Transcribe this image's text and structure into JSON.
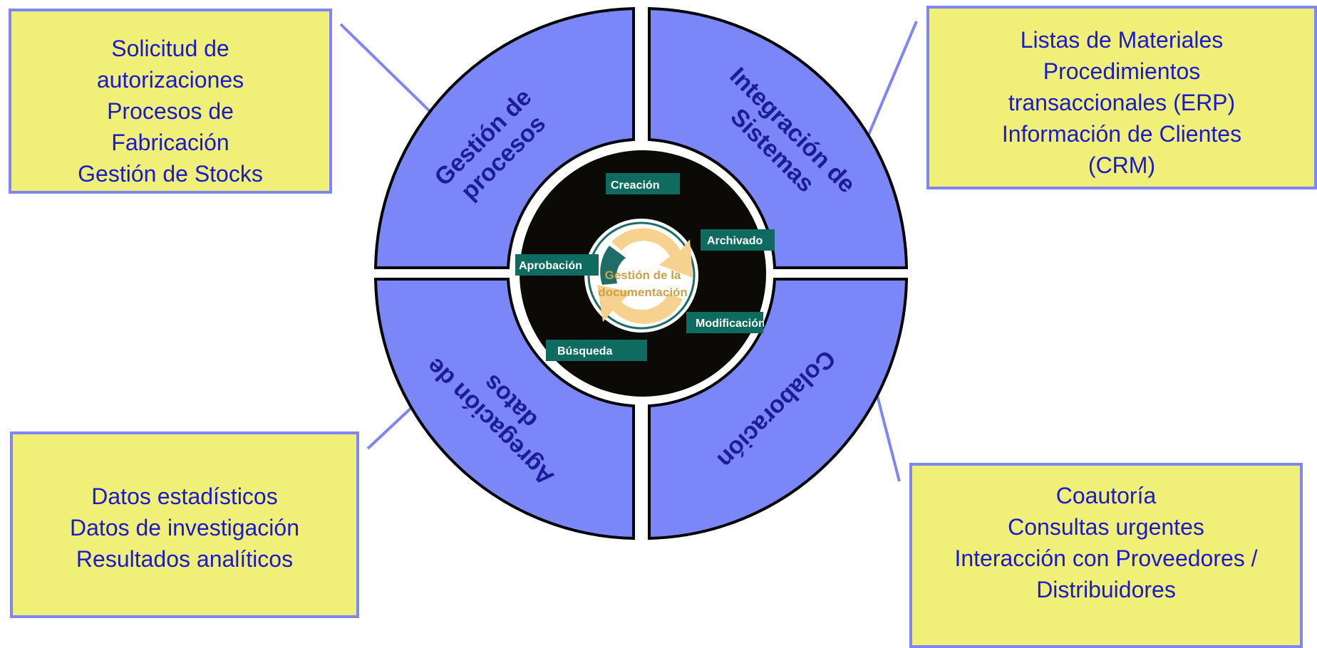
{
  "callouts": {
    "top_left": [
      "Solicitud de",
      "autorizaciones",
      "Procesos de",
      "Fabricación",
      "Gestión de Stocks"
    ],
    "top_right": [
      "Listas de Materiales",
      "Procedimientos",
      "transaccionales (ERP)",
      "Información de Clientes",
      "(CRM)"
    ],
    "bottom_left": [
      "Datos estadísticos",
      "Datos de investigación",
      "Resultados analíticos"
    ],
    "bottom_right": [
      "Coautoría",
      "Consultas urgentes",
      "Interacción con Proveedores /",
      "Distribuidores"
    ]
  },
  "quadrants": {
    "top_left": [
      "Gestión de",
      "procesos"
    ],
    "top_right": [
      "Integración de",
      "Sistemas"
    ],
    "bottom_left": [
      "Agregación de",
      "datos"
    ],
    "bottom_right": [
      "Colaboración"
    ]
  },
  "center": {
    "title": [
      "Gestión de la",
      "documentación"
    ],
    "labels": {
      "creacion": "Creación",
      "archivado": "Archivado",
      "aprobacion": "Aprobación",
      "modificacion": "Modificación",
      "busqueda": "Búsqueda"
    }
  },
  "colors": {
    "callout_fill": "#f0ef78",
    "callout_border": "#7f86f4",
    "callout_text": "#1a1acc",
    "ring_fill": "#7b87f7",
    "ring_text": "#1c1c9a",
    "core_fill": "#0c0a06",
    "label_fill": "#0f6b5f",
    "center_title": "#c9a24a"
  }
}
